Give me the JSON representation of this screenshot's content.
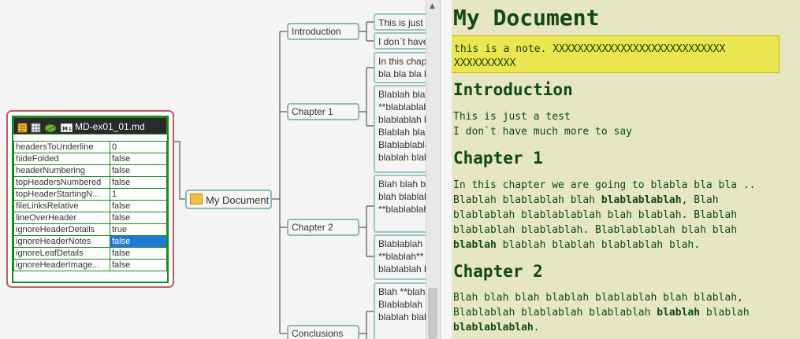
{
  "mindmap": {
    "root": "My Document",
    "file_title": "MD-ex01_01.md",
    "file_attrs": [
      {
        "key": "headersToUnderline",
        "value": "0"
      },
      {
        "key": "hideFolded",
        "value": "false"
      },
      {
        "key": "headerNumbering",
        "value": "false"
      },
      {
        "key": "topHeadersNumbered",
        "value": "false"
      },
      {
        "key": "topHeaderStartingN...",
        "value": "1"
      },
      {
        "key": "fileLinksRelative",
        "value": "false"
      },
      {
        "key": "lineOverHeader",
        "value": "false"
      },
      {
        "key": "ignoreHeaderDetails",
        "value": "true"
      },
      {
        "key": "ignoreHeaderNotes",
        "value": "false"
      },
      {
        "key": "ignoreLeafDetails",
        "value": "false"
      },
      {
        "key": "ignoreHeaderImage...",
        "value": "false"
      }
    ],
    "selected_attr": "ignoreHeaderNotes",
    "sections": [
      "Introduction",
      "Chapter 1",
      "Chapter 2",
      "Conclusions"
    ],
    "leaves": {
      "intro": [
        "This is just a test",
        "I don`t have much more to say"
      ],
      "ch1_a": [
        "In this chapter we are going to",
        "bla bla bla bla"
      ],
      "ch1_b": [
        "Blablah blablablah blah",
        "**blablablablah**, Blah",
        "blablablah blablablablah",
        "Blablah blablablah",
        "Blablablablah blah blah",
        "blablah blablah blah"
      ],
      "ch2_a": [
        "Blah blah blah blablah",
        "blah blablah blah",
        "**blablablah**"
      ],
      "ch2_b": [
        "Blablablah blah blah",
        "**blablah** blablah",
        "blablablah blah"
      ],
      "concl": [
        "Blah **blah** blah",
        "Blablablah blah blah",
        "blablah blah blah"
      ]
    }
  },
  "preview": {
    "title": "My Document",
    "note_lines": [
      "this is a note. XXXXXXXXXXXXXXXXXXXXXXXXXXXX",
      "XXXXXXXXXX"
    ],
    "intro_heading": "Introduction",
    "intro_lines": [
      "This is just a test",
      "I don`t have much more to say"
    ],
    "ch1_heading": "Chapter 1",
    "ch1_lines": [
      [
        "In this chapter we are going to blabla bla bla .."
      ],
      [
        "Blablah blablablah blah ",
        "blablablablah",
        ", Blah"
      ],
      [
        "blablablah blablablablah blah blablah. Blablah"
      ],
      [
        "blablablah blablablah. Blablablablah blah blah"
      ],
      [
        "",
        "blablah",
        " blablah blablah blablablah blah."
      ]
    ],
    "ch2_heading": "Chapter 2",
    "ch2_lines": [
      [
        "Blah blah blah blablah blablablah blah blablah,"
      ],
      [
        "Blablablah blablablah blablablah ",
        "blablah",
        " blablah"
      ],
      [
        "",
        "blablablablah",
        "."
      ]
    ]
  },
  "colors": {
    "preview_bg": "#e6e6c4",
    "preview_text": "#0f4a0f",
    "note_bg": "#e9e64f",
    "node_border": "#8bb8b8",
    "file_border": "#1a8a1a",
    "selection": "#1e78d8"
  },
  "icons": [
    "note-icon",
    "table-icon",
    "leaf-icon",
    "markdown-icon",
    "scroll-up-arrow-icon"
  ]
}
